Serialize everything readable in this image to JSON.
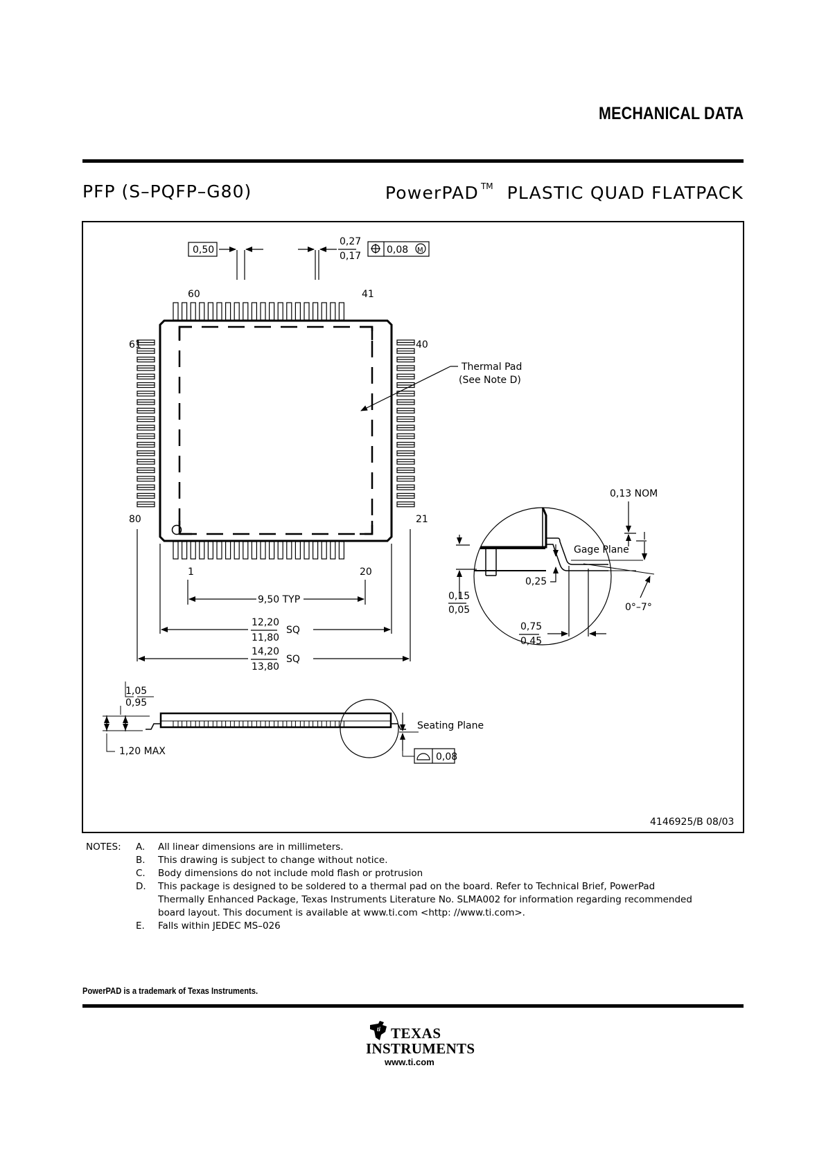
{
  "header": {
    "section_title": "MECHANICAL DATA",
    "package_id": "PFP (S–PQFP–G80)",
    "package_name_prefix": "PowerPAD",
    "package_name_tm": "TM",
    "package_name_suffix": "PLASTIC QUAD FLATPACK"
  },
  "drawing": {
    "pitch_box": "0,50",
    "lead_width_max": "0,27",
    "lead_width_min": "0,17",
    "position_tolerance": "0,08",
    "position_modifier": "M",
    "pin_60": "60",
    "pin_41": "41",
    "pin_61": "61",
    "pin_40": "40",
    "pin_80": "80",
    "pin_21": "21",
    "pin_1": "1",
    "pin_20": "20",
    "thermal_pad_label": "Thermal Pad",
    "thermal_pad_note": "(See Note D)",
    "typ_span": "9,50 TYP",
    "body_max": "12,20",
    "body_min": "11,80",
    "body_sq": "SQ",
    "overall_max": "14,20",
    "overall_min": "13,80",
    "overall_sq": "SQ",
    "body_thk_max": "1,05",
    "body_thk_min": "0,95",
    "height_max": "1,20 MAX",
    "seating_plane": "Seating Plane",
    "coplanarity": "0,08",
    "lead_thk": "0,13 NOM",
    "gage_plane": "Gage Plane",
    "gage_height": "0,25",
    "standoff_max": "0,15",
    "standoff_min": "0,05",
    "lead_angle": "0°–7°",
    "foot_max": "0,75",
    "foot_min": "0,45",
    "doc_number": "4146925/B 08/03"
  },
  "notes": {
    "heading": "NOTES:",
    "items": [
      {
        "letter": "A.",
        "text": "All linear dimensions are in millimeters."
      },
      {
        "letter": "B.",
        "text": "This drawing is subject to change without notice."
      },
      {
        "letter": "C.",
        "text": "Body dimensions do not include mold flash or protrusion"
      },
      {
        "letter": "D.",
        "text": "This package is designed to be soldered to a thermal pad on the board.   Refer to Technical Brief, PowerPad Thermally Enhanced Package, Texas Instruments Literature No. SLMA002 for information regarding recommended board layout.   This document is available at www.ti.com <http: //www.ti.com>."
      },
      {
        "letter": "E.",
        "text": "Falls within JEDEC MS–026"
      }
    ]
  },
  "footer": {
    "trademark": "PowerPAD is a trademark of Texas Instruments.",
    "logo_line1": "TEXAS",
    "logo_line2": "INSTRUMENTS",
    "url": "www.ti.com"
  }
}
